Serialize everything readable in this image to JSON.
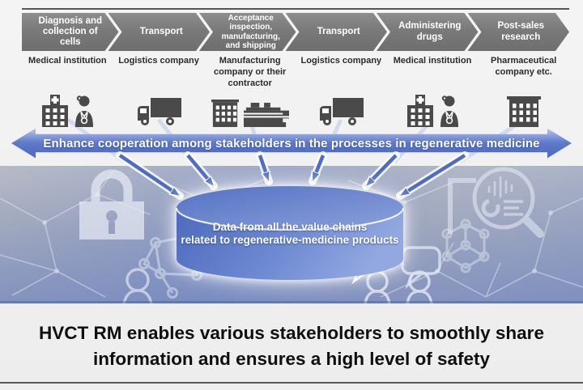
{
  "process_steps": [
    {
      "label": "Diagnosis and collection of cells"
    },
    {
      "label": "Transport"
    },
    {
      "label": "Acceptance inspection, manufacturing, and shipping"
    },
    {
      "label": "Transport"
    },
    {
      "label": "Administering drugs"
    },
    {
      "label": "Post-sales research"
    }
  ],
  "stakeholders": [
    {
      "label": "Medical institution",
      "icons": [
        "hospital-icon",
        "doctor-icon"
      ]
    },
    {
      "label": "Logistics company",
      "icons": [
        "truck-icon"
      ]
    },
    {
      "label": "Manufacturing company or their contractor",
      "icons": [
        "office-building-icon",
        "factory-icon"
      ]
    },
    {
      "label": "Logistics company",
      "icons": [
        "truck-icon"
      ]
    },
    {
      "label": "Medical institution",
      "icons": [
        "hospital-icon",
        "doctor-icon"
      ]
    },
    {
      "label": "Pharmaceutical company etc.",
      "icons": [
        "office-building-icon"
      ]
    }
  ],
  "cooperation_banner": {
    "label": "Enhance cooperation among stakeholders in the processes in regenerative medicine"
  },
  "database": {
    "line1": "Data from all the value chains",
    "line2": "related to regenerative-medicine products"
  },
  "caption": {
    "line1": "HVCT RM enables various stakeholders to smoothly share",
    "line2": "information and ensures a high level of safety"
  },
  "background_icons": [
    {
      "name": "lock-icon"
    },
    {
      "name": "analysis-magnifier-icon"
    },
    {
      "name": "network-molecule-icon"
    },
    {
      "name": "speech-bubble-icon"
    },
    {
      "name": "people-discussion-icon"
    },
    {
      "name": "network-web-lines"
    }
  ],
  "colors": {
    "chevron_gray": "#7a7a7a",
    "icon_gray": "#4a4a4b",
    "banner_blue": "#5f7aca",
    "cylinder_blue": "#5d7bc9",
    "band_blue_gray": "#9aa4c0",
    "caption_text": "#0e0e0e",
    "background_light": "#efefef"
  }
}
